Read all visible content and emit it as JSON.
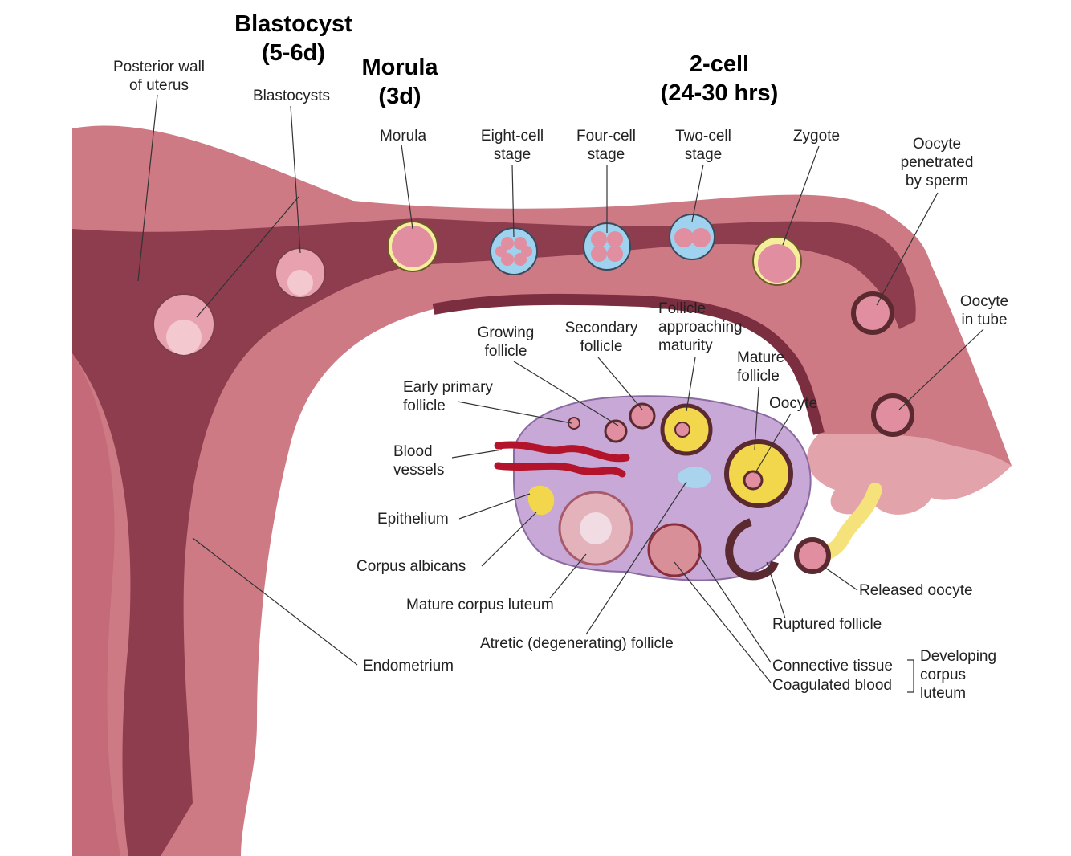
{
  "colors": {
    "uterus_outer": "#c9747e",
    "uterus_inner": "#8a3a4c",
    "uterus_light": "#e2a1a8",
    "ovary": "#c7a8d6",
    "follicle_yellow": "#f2d64b",
    "vessel_red": "#b3142b",
    "cell_pink": "#e08ea0",
    "zona": "#f5ee9a"
  },
  "stage_headers": {
    "blastocyst": "Blastocyst\n(5-6d)",
    "morula": "Morula\n(3d)",
    "two_cell": "2-cell\n(24-30 hrs)"
  },
  "labels": {
    "posterior_wall": "Posterior wall\nof uterus",
    "blastocysts": "Blastocysts",
    "morula": "Morula",
    "eight_cell": "Eight-cell\nstage",
    "four_cell": "Four-cell\nstage",
    "two_cell": "Two-cell\nstage",
    "zygote": "Zygote",
    "oocyte_penetrated": "Oocyte\npenetrated\nby sperm",
    "oocyte_in_tube": "Oocyte\nin tube",
    "growing_follicle": "Growing\nfollicle",
    "secondary_follicle": "Secondary\nfollicle",
    "follicle_approaching": "Follicle\napproaching\nmaturity",
    "mature_follicle": "Mature\nfollicle",
    "oocyte": "Oocyte",
    "early_primary": "Early primary\nfollicle",
    "blood_vessels": "Blood\nvessels",
    "epithelium": "Epithelium",
    "corpus_albicans": "Corpus albicans",
    "mature_corpus_luteum": "Mature corpus luteum",
    "atretic_follicle": "Atretic (degenerating) follicle",
    "endometrium": "Endometrium",
    "released_oocyte": "Released oocyte",
    "ruptured_follicle": "Ruptured follicle",
    "connective_tissue": "Connective tissue",
    "coagulated_blood": "Coagulated blood",
    "developing_corpus_luteum": "Developing\ncorpus\nluteum"
  }
}
